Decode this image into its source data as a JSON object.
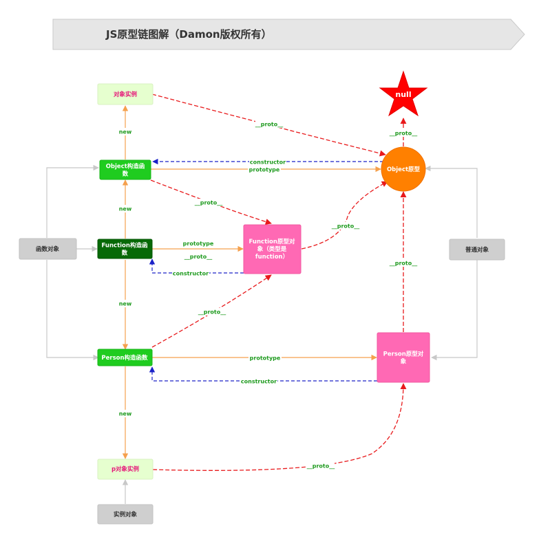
{
  "title": "JS原型链图解（Damon版权所有）",
  "colors": {
    "proto_edge": "#e8191b",
    "constructor_edge": "#1a22c8",
    "prototype_edge": "#f5a04d",
    "new_edge": "#f5a04d",
    "gray_edge": "#c8c8c8",
    "edge_label_green": "#1e9a1e"
  },
  "nodes": {
    "obj_instance": {
      "lines": [
        "对象实例"
      ],
      "fill": "#e6ffcf",
      "text_color": "#e6197a"
    },
    "null": {
      "lines": [
        "null"
      ],
      "fill": "#ff0000",
      "text_color": "#ffffff"
    },
    "object_ctor": {
      "lines": [
        "Object构造函",
        "数"
      ],
      "fill": "#1fcc1f",
      "text_color": "#ffffff"
    },
    "object_proto": {
      "lines": [
        "Object原型"
      ],
      "fill": "#ff8000",
      "text_color": "#ffffff"
    },
    "func_obj": {
      "lines": [
        "函数对象"
      ],
      "fill": "#cfcfcf",
      "text_color": "#333333"
    },
    "function_ctor": {
      "lines": [
        "Function构造函",
        "数"
      ],
      "fill": "#076907",
      "text_color": "#ffffff"
    },
    "function_proto": {
      "lines": [
        "Function原型对",
        "象（类型是",
        "function）"
      ],
      "fill": "#ff69b4",
      "text_color": "#ffffff"
    },
    "normal_obj": {
      "lines": [
        "普通对象"
      ],
      "fill": "#cfcfcf",
      "text_color": "#333333"
    },
    "person_ctor": {
      "lines": [
        "Person构造函数"
      ],
      "fill": "#1fcc1f",
      "text_color": "#ffffff"
    },
    "person_proto": {
      "lines": [
        "Person原型对",
        "象"
      ],
      "fill": "#ff69b4",
      "text_color": "#ffffff"
    },
    "p_instance": {
      "lines": [
        "p对象实例"
      ],
      "fill": "#e6ffcf",
      "text_color": "#e6197a"
    },
    "instance_obj": {
      "lines": [
        "实例对象"
      ],
      "fill": "#cfcfcf",
      "text_color": "#333333"
    }
  },
  "edges": {
    "obj_inst_proto": {
      "label": "__proto__",
      "kind": "proto"
    },
    "objproto_null": {
      "label": "__proto__",
      "kind": "proto"
    },
    "object_ctor_new": {
      "label": "new",
      "kind": "new"
    },
    "object_constructor": {
      "label": "constructor",
      "kind": "constructor"
    },
    "object_prototype": {
      "label": "prototype",
      "kind": "prototype"
    },
    "objctor_to_funcproto": {
      "label": "__proto__",
      "kind": "proto"
    },
    "function_new_object": {
      "label": "new",
      "kind": "new"
    },
    "function_prototype": {
      "label": "prototype",
      "kind": "prototype"
    },
    "function_proto_link": {
      "label": "__proto__",
      "kind": "prototype"
    },
    "function_constructor": {
      "label": "constructor",
      "kind": "constructor"
    },
    "funcproto_to_objproto": {
      "label": "__proto__",
      "kind": "proto"
    },
    "function_new_person": {
      "label": "new",
      "kind": "new"
    },
    "personctor_to_funcproto": {
      "label": "__proto__",
      "kind": "proto"
    },
    "person_prototype": {
      "label": "prototype",
      "kind": "prototype"
    },
    "person_constructor": {
      "label": "constructor",
      "kind": "constructor"
    },
    "personproto_to_objproto": {
      "label": "__proto__",
      "kind": "proto"
    },
    "person_new": {
      "label": "new",
      "kind": "new"
    },
    "pinst_to_personproto": {
      "label": "__proto__",
      "kind": "proto"
    }
  }
}
